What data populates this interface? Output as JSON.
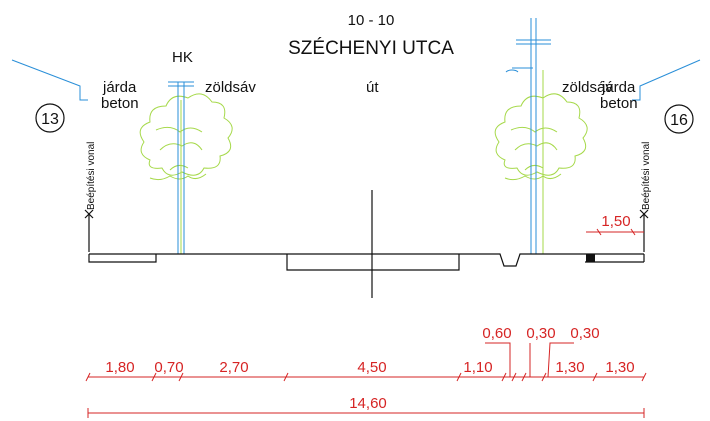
{
  "section": {
    "number": "10 - 10",
    "street_name": "SZÉCHENYI UTCA"
  },
  "left": {
    "plot_number": "13",
    "sidewalk_label": "járda",
    "sidewalk_material": "beton",
    "green_strip_label": "zöldsáv",
    "utility_label": "HK",
    "building_line_label": "Beépítési vonal"
  },
  "center": {
    "road_label": "út"
  },
  "right": {
    "plot_number": "16",
    "green_strip_label": "zöldsáv",
    "sidewalk_label": "járda",
    "sidewalk_material": "beton",
    "building_line_label": "Beépítési vonal",
    "offset_dimension": "1,50"
  },
  "dimensions": {
    "segments": [
      "1,80",
      "0,70",
      "2,70",
      "4,50",
      "1,10",
      "0,60",
      "0,30",
      "0,30",
      "1,30",
      "1,30"
    ],
    "total": "14,60"
  },
  "colors": {
    "line": "#111111",
    "dimension": "#d62424",
    "utility": "#2a8fd8",
    "tree": "#a6d94a"
  }
}
